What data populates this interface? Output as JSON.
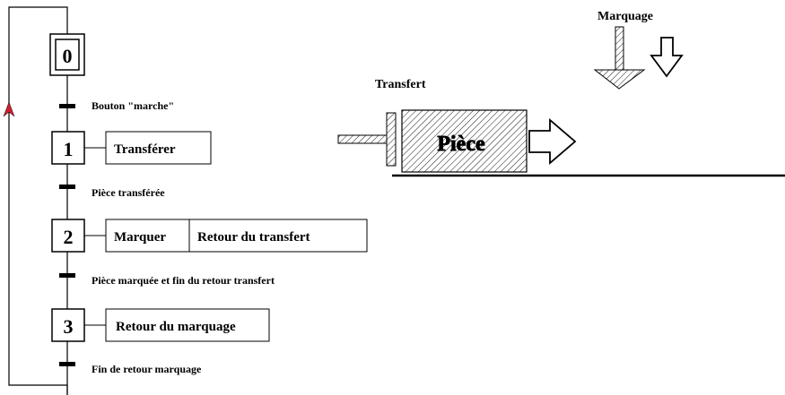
{
  "grafcet": {
    "steps": [
      {
        "number": "0",
        "initial": true
      },
      {
        "number": "1",
        "actions": [
          "Transférer"
        ]
      },
      {
        "number": "2",
        "actions": [
          "Marquer",
          "Retour du transfert"
        ]
      },
      {
        "number": "3",
        "actions": [
          "Retour du marquage"
        ]
      }
    ],
    "transitions": [
      {
        "label": "Bouton \"marche\""
      },
      {
        "label": "Pièce transférée"
      },
      {
        "label": "Pièce marquée et fin du retour transfert"
      },
      {
        "label": "Fin de retour marquage"
      }
    ]
  },
  "system": {
    "part_label": "Pièce",
    "transfer_label": "Transfert",
    "marking_label": "Marquage"
  },
  "colors": {
    "line": "#000000",
    "return_arrow": "#d0202a"
  }
}
